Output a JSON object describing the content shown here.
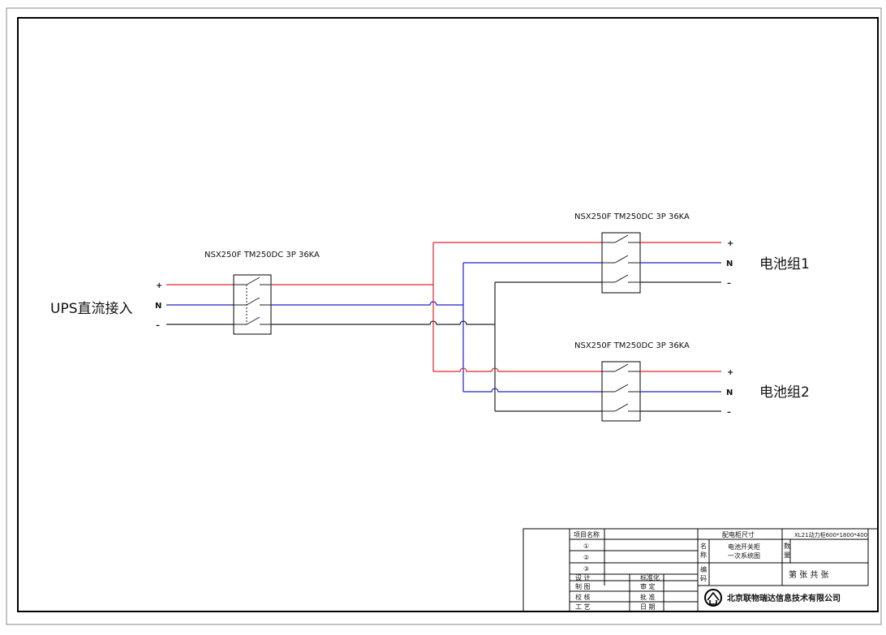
{
  "diagram": {
    "input_label": "UPS直流接入",
    "input_breaker_model": "NSX250F  TM250DC  3P  36KA",
    "output_breaker_model_1": "NSX250F  TM250DC  3P  36KA",
    "output_breaker_model_2": "NSX250F  TM250DC  3P  36KA",
    "battery_1": "电池组1",
    "battery_2": "电池组2",
    "terminals": {
      "plus": "+",
      "n": "N",
      "minus": "–"
    },
    "colors": {
      "plus_line": "#e0252b",
      "n_line": "#2020c8",
      "minus_line": "#222222"
    }
  },
  "title_block": {
    "project_name_label": "项目名称",
    "row1": "①",
    "row2": "②",
    "row3": "③",
    "cabinet_size_label": "配电柜尺寸",
    "cabinet_size_value": "XL21动力柜600*1800*400",
    "name_label_1": "名",
    "name_label_2": "称",
    "drawing_name_1": "电池开关柜",
    "drawing_name_2": "一次系统图",
    "qty_label_1": "数",
    "qty_label_2": "量",
    "code_label_1": "编",
    "code_label_2": "码",
    "sheet_text": "第    张  共    张",
    "design": "设  计",
    "drafting": "制  图",
    "proofread": "校  核",
    "process": "工  艺",
    "standardization": "标准化",
    "review": "审  定",
    "approve": "批  准",
    "date": "日  期",
    "company": "北京联物瑞达信息技术有限公司"
  }
}
